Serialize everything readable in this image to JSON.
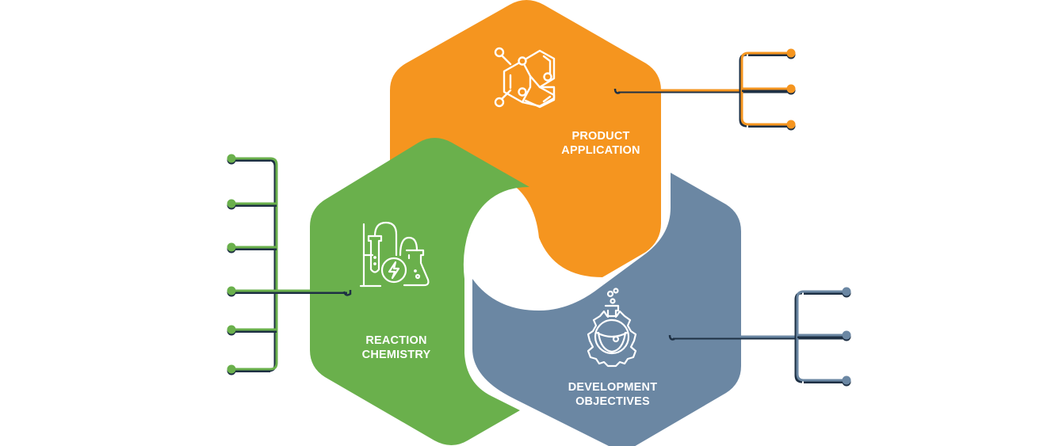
{
  "diagram": {
    "colors": {
      "orange": "#f5951f",
      "orange_shadow": "#e48a1c",
      "green": "#6ab04c",
      "blue": "#6b87a3",
      "blue_shadow": "#627d98",
      "connector_dark": "#1e3044",
      "background": "#ffffff"
    },
    "segments": [
      {
        "id": "product-application",
        "title_lines": [
          "PRODUCT",
          "APPLICATION"
        ],
        "icon": "molecule-icon",
        "color": "#f5951f",
        "branch_count": 3,
        "branch_side": "right"
      },
      {
        "id": "reaction-chemistry",
        "title_lines": [
          "REACTION",
          "CHEMISTRY"
        ],
        "icon": "chemistry-lab-apparatus-icon",
        "color": "#6ab04c",
        "branch_count": 6,
        "branch_side": "left"
      },
      {
        "id": "development-objectives",
        "title_lines": [
          "DEVELOPMENT",
          "OBJECTIVES"
        ],
        "icon": "flask-gear-icon",
        "color": "#6b87a3",
        "branch_count": 3,
        "branch_side": "right"
      }
    ]
  }
}
